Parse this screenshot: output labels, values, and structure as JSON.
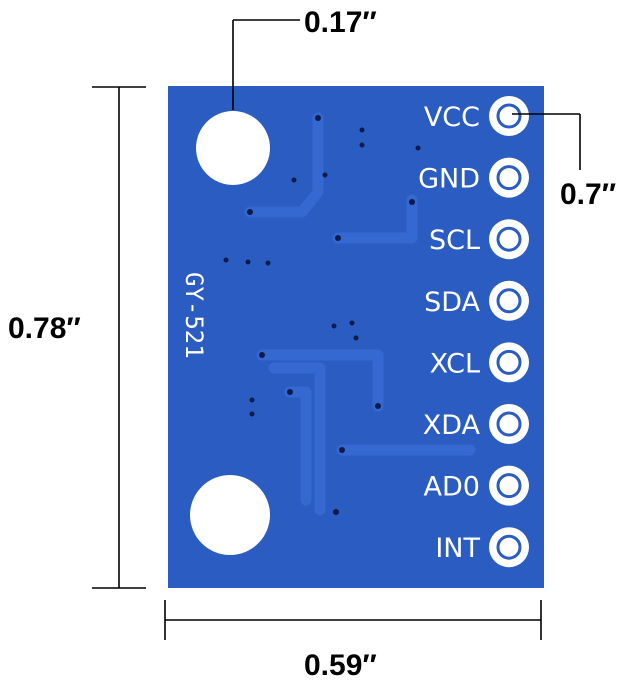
{
  "dimensions": {
    "mounting_hole_label": "0.17″",
    "pin_pitch_label": "0.7″",
    "board_height_label": "0.78″",
    "board_width_label": "0.59″"
  },
  "board": {
    "model": "GY-521",
    "pins": [
      "VCC",
      "GND",
      "SCL",
      "SDA",
      "XCL",
      "XDA",
      "AD0",
      "INT"
    ]
  },
  "colors": {
    "pcb": "#2a5cc2",
    "trace": "#3568d1",
    "pad": "#ffffff",
    "line": "#000000"
  }
}
